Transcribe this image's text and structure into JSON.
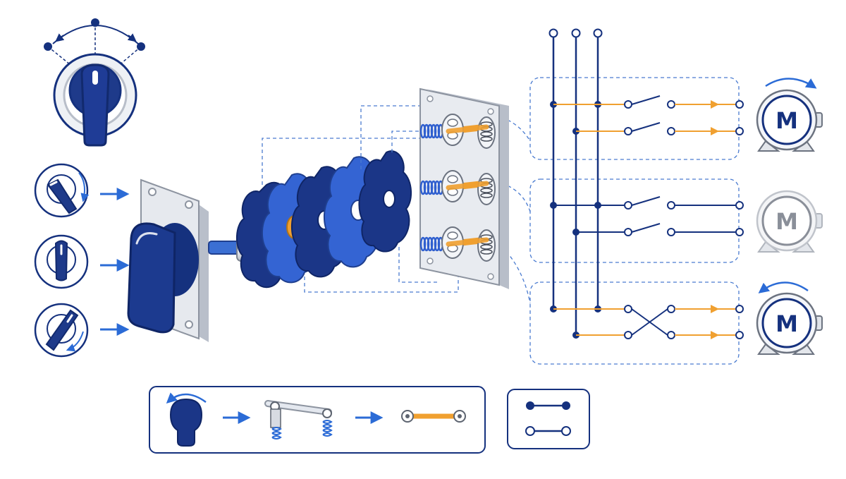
{
  "diagram": {
    "type": "rotary cam switch exploded view with motor circuit states",
    "colors": {
      "navy": "#15317e",
      "blue": "#2f5fcf",
      "arrow_blue": "#2b6bd6",
      "orange": "#f0a030",
      "grey_plate": "#e4e8ef",
      "dashed": "#4a7bd0",
      "motor_grey": "#8a8f99"
    },
    "motors": [
      {
        "label": "M",
        "state": "forward",
        "active": true
      },
      {
        "label": "M",
        "state": "off",
        "active": false
      },
      {
        "label": "M",
        "state": "reverse",
        "active": true
      }
    ],
    "handle_positions": [
      "left",
      "center",
      "right"
    ],
    "cam_discs": 5,
    "terminal_pairs": 3,
    "legend": {
      "icons": [
        "knob-icon",
        "lever-spring-icon",
        "closed-contact-icon"
      ],
      "contact_states": [
        "closed",
        "open"
      ]
    }
  }
}
